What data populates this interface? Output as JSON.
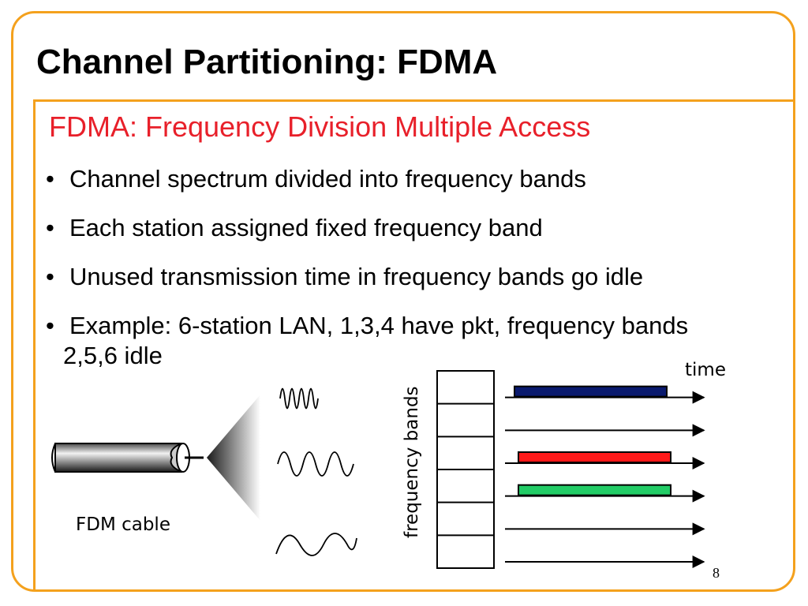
{
  "slide": {
    "title": "Channel Partitioning: FDMA",
    "subtitle": "FDMA: Frequency Division Multiple Access",
    "bullets": [
      "Channel spectrum divided into frequency bands",
      "Each station assigned fixed frequency band",
      "Unused transmission time in frequency bands go idle",
      "Example: 6-station LAN, 1,3,4 have pkt, frequency bands",
      "2,5,6 idle"
    ],
    "page_number": "8"
  },
  "diagram": {
    "cable_label": "FDM cable",
    "time_label": "time",
    "frequency_label": "frequency bands",
    "bands": [
      {
        "band": 1,
        "has_packet": true,
        "color": "#0a1a6e"
      },
      {
        "band": 2,
        "has_packet": false,
        "color": null
      },
      {
        "band": 3,
        "has_packet": true,
        "color": "#ff1a1a"
      },
      {
        "band": 4,
        "has_packet": true,
        "color": "#22cc66"
      },
      {
        "band": 5,
        "has_packet": false,
        "color": null
      },
      {
        "band": 6,
        "has_packet": false,
        "color": null
      }
    ]
  },
  "colors": {
    "frame": "#f4a11d",
    "subtitle": "#e8202a"
  }
}
